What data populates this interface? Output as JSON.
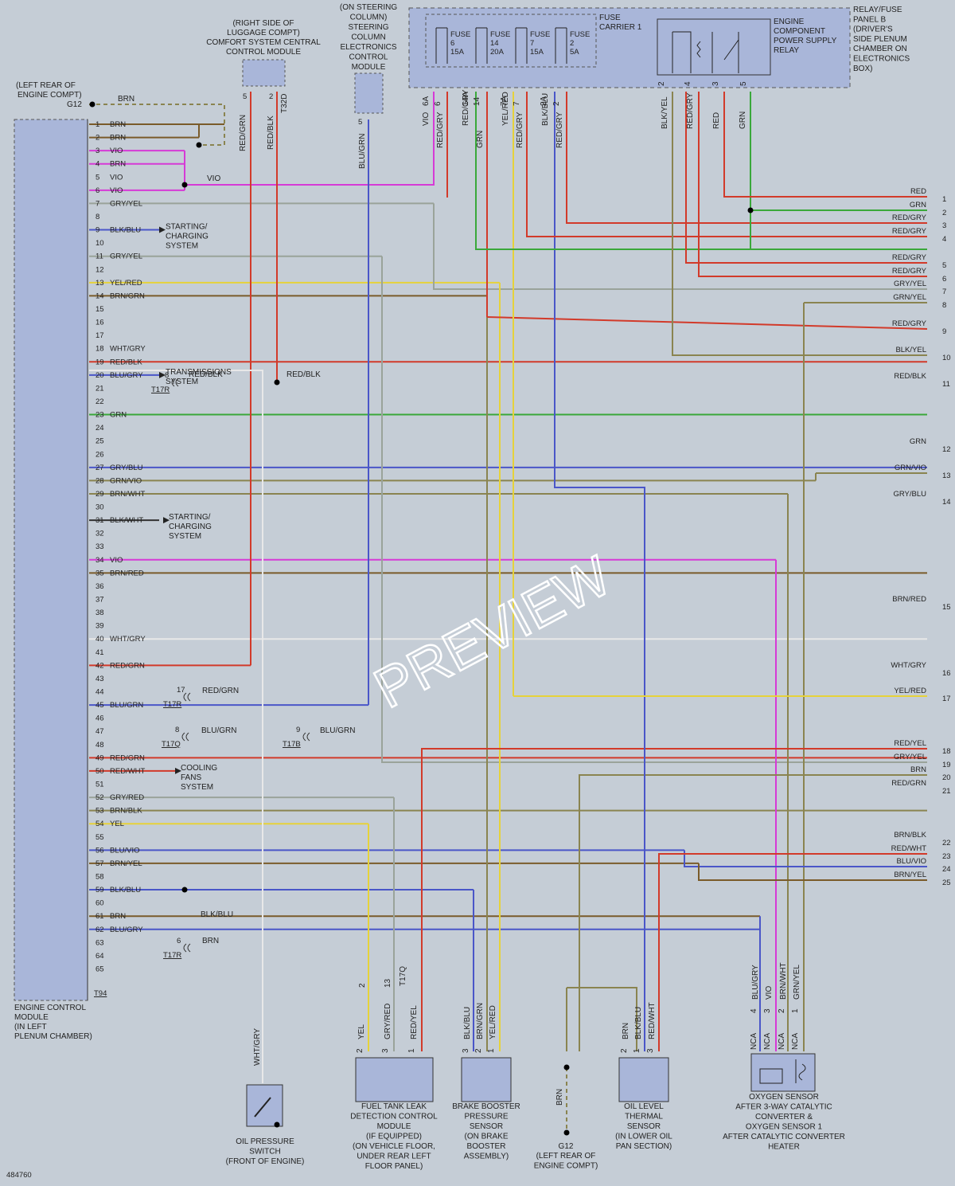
{
  "figure_id": "484760",
  "watermark": "PREVIEW",
  "ground_top": {
    "label": "(LEFT REAR OF ENGINE COMPT)",
    "id": "G12",
    "wire": "BRN"
  },
  "ecm": {
    "caption": "ENGINE CONTROL MODULE (IN LEFT PLENUM CHAMBER)",
    "connector": "T94",
    "pins": [
      {
        "n": "1",
        "c": "BRN"
      },
      {
        "n": "2",
        "c": "BRN"
      },
      {
        "n": "3",
        "c": "VIO"
      },
      {
        "n": "4",
        "c": "BRN"
      },
      {
        "n": "5",
        "c": "VIO"
      },
      {
        "n": "6",
        "c": "VIO"
      },
      {
        "n": "7",
        "c": "GRY/YEL"
      },
      {
        "n": "8",
        "c": ""
      },
      {
        "n": "9",
        "c": "BLK/BLU"
      },
      {
        "n": "10",
        "c": ""
      },
      {
        "n": "11",
        "c": "GRY/YEL"
      },
      {
        "n": "12",
        "c": ""
      },
      {
        "n": "13",
        "c": "YEL/RED"
      },
      {
        "n": "14",
        "c": "BRN/GRN"
      },
      {
        "n": "15",
        "c": ""
      },
      {
        "n": "16",
        "c": ""
      },
      {
        "n": "17",
        "c": ""
      },
      {
        "n": "18",
        "c": "WHT/GRY"
      },
      {
        "n": "19",
        "c": "RED/BLK"
      },
      {
        "n": "20",
        "c": "BLU/GRY"
      },
      {
        "n": "21",
        "c": ""
      },
      {
        "n": "22",
        "c": ""
      },
      {
        "n": "23",
        "c": "GRN"
      },
      {
        "n": "24",
        "c": ""
      },
      {
        "n": "25",
        "c": ""
      },
      {
        "n": "26",
        "c": ""
      },
      {
        "n": "27",
        "c": "GRY/BLU"
      },
      {
        "n": "28",
        "c": "GRN/VIO"
      },
      {
        "n": "29",
        "c": "BRN/WHT"
      },
      {
        "n": "30",
        "c": ""
      },
      {
        "n": "31",
        "c": "BLK/WHT"
      },
      {
        "n": "32",
        "c": ""
      },
      {
        "n": "33",
        "c": ""
      },
      {
        "n": "34",
        "c": "VIO"
      },
      {
        "n": "35",
        "c": "BRN/RED"
      },
      {
        "n": "36",
        "c": ""
      },
      {
        "n": "37",
        "c": ""
      },
      {
        "n": "38",
        "c": ""
      },
      {
        "n": "39",
        "c": ""
      },
      {
        "n": "40",
        "c": "WHT/GRY"
      },
      {
        "n": "41",
        "c": ""
      },
      {
        "n": "42",
        "c": "RED/GRN"
      },
      {
        "n": "43",
        "c": ""
      },
      {
        "n": "44",
        "c": ""
      },
      {
        "n": "45",
        "c": "BLU/GRN"
      },
      {
        "n": "46",
        "c": ""
      },
      {
        "n": "47",
        "c": ""
      },
      {
        "n": "48",
        "c": ""
      },
      {
        "n": "49",
        "c": "RED/GRN"
      },
      {
        "n": "50",
        "c": "RED/WHT"
      },
      {
        "n": "51",
        "c": ""
      },
      {
        "n": "52",
        "c": "GRY/RED"
      },
      {
        "n": "53",
        "c": "BRN/BLK"
      },
      {
        "n": "54",
        "c": "YEL"
      },
      {
        "n": "55",
        "c": ""
      },
      {
        "n": "56",
        "c": "BLU/VIO"
      },
      {
        "n": "57",
        "c": "BRN/YEL"
      },
      {
        "n": "58",
        "c": ""
      },
      {
        "n": "59",
        "c": "BLK/BLU"
      },
      {
        "n": "60",
        "c": ""
      },
      {
        "n": "61",
        "c": "BRN"
      },
      {
        "n": "62",
        "c": "BLU/GRY"
      },
      {
        "n": "63",
        "c": ""
      },
      {
        "n": "64",
        "c": ""
      },
      {
        "n": "65",
        "c": ""
      }
    ]
  },
  "system_refs": {
    "starting_charging": "STARTING/ CHARGING SYSTEM",
    "transmission": "TRANSMISSIONS SYSTEM",
    "cooling_fans": "COOLING FANS SYSTEM"
  },
  "inline_labels": {
    "vio": "VIO",
    "red_blk": "RED/BLK",
    "red_grn": "RED/GRN",
    "blu_grn": "BLU/GRN",
    "blk_blu": "BLK/BLU",
    "brn": "BRN",
    "t17r": "T17R",
    "t17q": "T17Q",
    "t17b": "T17B",
    "n8": "8",
    "n17": "17",
    "n9": "9",
    "n6": "6"
  },
  "modules": {
    "comfort": {
      "caption": "(RIGHT SIDE OF LUGGAGE COMPT) COMFORT SYSTEM CENTRAL CONTROL MODULE",
      "pins": [
        "5",
        "2"
      ],
      "wires": [
        "RED/GRN",
        "RED/BLK"
      ],
      "connector": "T32D"
    },
    "steering": {
      "caption": "(ON STEERING COLUMN) STEERING COLUMN ELECTRONICS CONTROL MODULE",
      "pin": "5",
      "wire": "BLU/GRN"
    },
    "fuse_carrier": {
      "caption": "FUSE CARRIER 1",
      "fuses": [
        {
          "n": "6",
          "a": "15A"
        },
        {
          "n": "14",
          "a": "20A"
        },
        {
          "n": "7",
          "a": "15A"
        },
        {
          "n": "2",
          "a": "5A"
        }
      ],
      "fuse_word": "FUSE",
      "pins": [
        "6A",
        "6",
        "14A",
        "14",
        "7A",
        "7",
        "2A",
        "2"
      ],
      "wires": [
        "VIO",
        "RED/GRY",
        "RED/GRY",
        "GRN",
        "YEL/RED",
        "RED/GRY",
        "BLK/BLU",
        "RED/GRY"
      ]
    },
    "relay": {
      "caption": "ENGINE COMPONENT POWER SUPPLY RELAY",
      "pins": [
        "2",
        "4",
        "3",
        "5"
      ],
      "wires": [
        "BLK/YEL",
        "RED/GRY",
        "RED",
        "GRN"
      ]
    },
    "panel": {
      "caption": "RELAY/FUSE PANEL B (DRIVER'S SIDE PLENUM CHAMBER ON ELECTRONICS BOX)"
    },
    "oil_pressure": {
      "caption": "OIL PRESSURE SWITCH (FRONT OF ENGINE)",
      "wire": "WHT/GRY"
    },
    "fuel_tank": {
      "caption": "FUEL TANK LEAK DETECTION CONTROL MODULE (IF EQUIPPED) (ON VEHICLE FLOOR, UNDER REAR LEFT FLOOR PANEL)",
      "pins": [
        "2",
        "3",
        "1"
      ],
      "wires": [
        "YEL",
        "GRY/RED",
        "RED/YEL"
      ],
      "conn_pins": [
        "2",
        "13"
      ],
      "connector": "T17Q"
    },
    "brake": {
      "caption": "BRAKE BOOSTER PRESSURE SENSOR (ON BRAKE BOOSTER ASSEMBLY)",
      "pins": [
        "3",
        "2",
        "1"
      ],
      "wires": [
        "BLK/BLU",
        "BRN/GRN",
        "YEL/RED"
      ]
    },
    "g12_bottom": {
      "caption": "G12 (LEFT REAR OF ENGINE COMPT)",
      "wire": "BRN"
    },
    "oil_level": {
      "caption": "OIL LEVEL THERMAL SENSOR (IN LOWER OIL PAN SECTION)",
      "pins": [
        "2",
        "1",
        "3"
      ],
      "wires": [
        "BRN",
        "BLK/BLU",
        "RED/WHT"
      ]
    },
    "oxygen": {
      "caption": "OXYGEN SENSOR AFTER 3-WAY CATALYTIC CONVERTER & OXYGEN SENSOR 1 AFTER CATALYTIC CONVERTER HEATER",
      "pins": [
        "4",
        "3",
        "2",
        "1"
      ],
      "wires": [
        "BLU/GRY",
        "VIO",
        "BRN/WHT",
        "GRN/YEL"
      ],
      "nca": "NCA"
    }
  },
  "right_edge": [
    {
      "n": "1",
      "c": "RED"
    },
    {
      "n": "2",
      "c": "GRN"
    },
    {
      "n": "3",
      "c": "RED/GRY"
    },
    {
      "n": "4",
      "c": "RED/GRY"
    },
    {
      "n": "5",
      "c": "RED/GRY"
    },
    {
      "n": "6",
      "c": "RED/GRY"
    },
    {
      "n": "7",
      "c": "GRY/YEL"
    },
    {
      "n": "8",
      "c": "GRN/YEL"
    },
    {
      "n": "9",
      "c": "RED/GRY"
    },
    {
      "n": "10",
      "c": "BLK/YEL"
    },
    {
      "n": "11",
      "c": "RED/BLK"
    },
    {
      "n": "12",
      "c": "GRN"
    },
    {
      "n": "13",
      "c": "GRN/VIO"
    },
    {
      "n": "14",
      "c": "GRY/BLU"
    },
    {
      "n": "15",
      "c": "BRN/RED"
    },
    {
      "n": "16",
      "c": "WHT/GRY"
    },
    {
      "n": "17",
      "c": "YEL/RED"
    },
    {
      "n": "18",
      "c": "RED/YEL"
    },
    {
      "n": "19",
      "c": "GRY/YEL"
    },
    {
      "n": "20",
      "c": "BRN"
    },
    {
      "n": "21",
      "c": "RED/GRN"
    },
    {
      "n": "22",
      "c": "BRN/BLK"
    },
    {
      "n": "23",
      "c": "RED/WHT"
    },
    {
      "n": "24",
      "c": "BLU/VIO"
    },
    {
      "n": "25",
      "c": "BRN/YEL"
    }
  ],
  "colors": {
    "background": "#c5cdd6",
    "module_fill": "#a9b6d9",
    "brn": "#7a5b2a",
    "vio": "#d63ad6",
    "red": "#d23a2a",
    "grn": "#3aa83a",
    "gry": "#9aa39a",
    "yel": "#e6d23a",
    "blu": "#4a56c8",
    "olive": "#8a8450",
    "blk": "#333333",
    "wht": "#e8e8e8"
  }
}
